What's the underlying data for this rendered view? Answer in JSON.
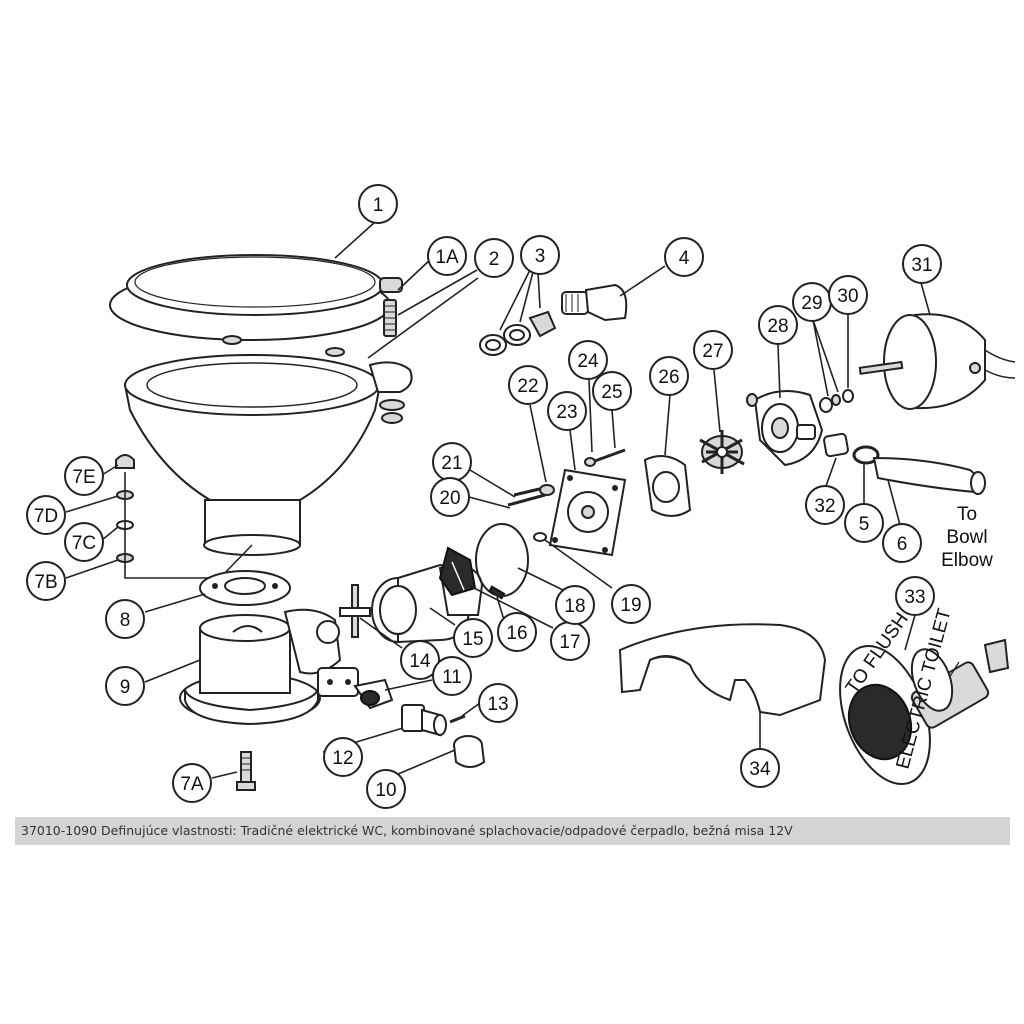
{
  "callouts": [
    {
      "label": "1"
    },
    {
      "label": "1A"
    },
    {
      "label": "2"
    },
    {
      "label": "3"
    },
    {
      "label": "4"
    },
    {
      "label": "31"
    },
    {
      "label": "28"
    },
    {
      "label": "29"
    },
    {
      "label": "30"
    },
    {
      "label": "27"
    },
    {
      "label": "26"
    },
    {
      "label": "24"
    },
    {
      "label": "25"
    },
    {
      "label": "22"
    },
    {
      "label": "23"
    },
    {
      "label": "21"
    },
    {
      "label": "20"
    },
    {
      "label": "7E"
    },
    {
      "label": "7D"
    },
    {
      "label": "7C"
    },
    {
      "label": "7B"
    },
    {
      "label": "8"
    },
    {
      "label": "9"
    },
    {
      "label": "7A"
    },
    {
      "label": "14"
    },
    {
      "label": "15"
    },
    {
      "label": "16"
    },
    {
      "label": "17"
    },
    {
      "label": "18"
    },
    {
      "label": "19"
    },
    {
      "label": "11"
    },
    {
      "label": "12"
    },
    {
      "label": "13"
    },
    {
      "label": "10"
    },
    {
      "label": "32"
    },
    {
      "label": "5"
    },
    {
      "label": "6"
    },
    {
      "label": "33"
    },
    {
      "label": "34"
    }
  ],
  "destination_label": {
    "line1": "To",
    "line2": "Bowl",
    "line3": "Elbow"
  },
  "switch_plate_text": {
    "top": "TO FLUSH",
    "bottom": "ELECTRIC TOILET"
  },
  "caption": "37010-1090 Definujúce vlastnosti: Tradičné elektrické WC, kombinované splachovacie/odpadové čerpadlo, bežná misa 12V",
  "colors": {
    "line": "#222222",
    "caption_bar": "#d4d4d4",
    "caption_text": "#333333"
  }
}
